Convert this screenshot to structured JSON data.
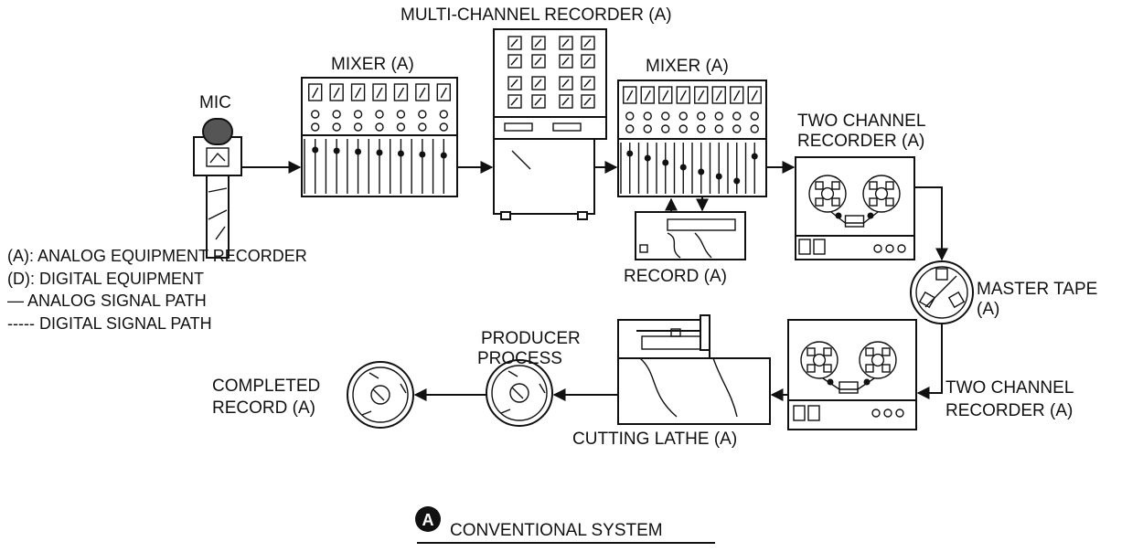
{
  "labels": {
    "mic": "MIC",
    "mixer_1": "MIXER (A)",
    "multi_channel_recorder": "MULTI-CHANNEL RECORDER (A)",
    "mixer_2": "MIXER (A)",
    "two_channel_recorder_1_line1": "TWO CHANNEL",
    "two_channel_recorder_1_line2": "RECORDER (A)",
    "record": "RECORD (A)",
    "master_tape_line1": "MASTER TAPE",
    "master_tape_line2": "(A)",
    "two_channel_recorder_2_line1": "TWO CHANNEL",
    "two_channel_recorder_2_line2": "RECORDER (A)",
    "cutting_lathe": "CUTTING LATHE (A)",
    "producer_process_line1": "PRODUCER",
    "producer_process_line2": "PROCESS",
    "completed_record_line1": "COMPLETED",
    "completed_record_line2": "RECORD (A)"
  },
  "legend": [
    "(A): ANALOG EQUIPMENT RECORDER",
    "(D): DIGITAL EQUIPMENT",
    "— ANALOG SIGNAL PATH",
    "----- DIGITAL SIGNAL PATH"
  ],
  "caption": {
    "badge": "A",
    "text": "CONVENTIONAL SYSTEM"
  }
}
